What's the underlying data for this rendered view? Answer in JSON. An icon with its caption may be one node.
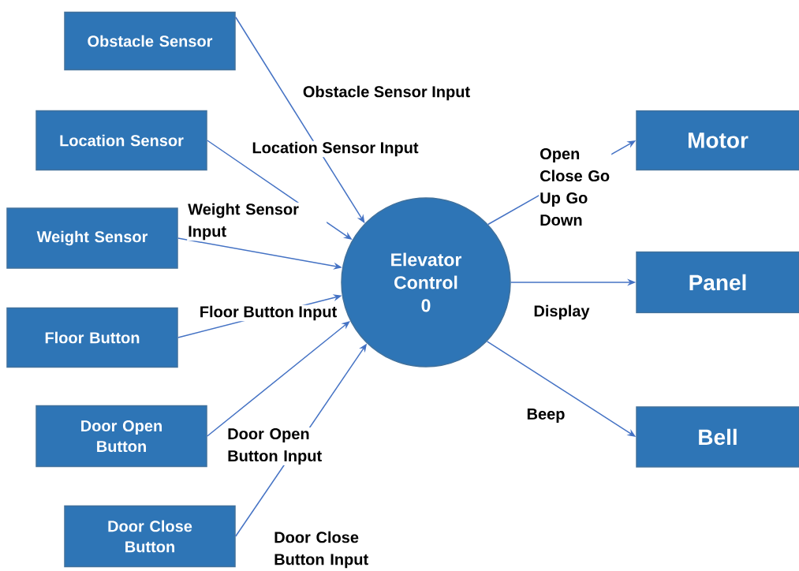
{
  "diagram": {
    "nodes": [
      {
        "text": [
          "Obstacle Sensor"
        ]
      },
      {
        "text": [
          "Location Sensor"
        ]
      },
      {
        "text": [
          "Weight Sensor"
        ]
      },
      {
        "text": [
          "Floor Button"
        ]
      },
      {
        "text": [
          "Door Open Button"
        ]
      },
      {
        "text": [
          "Door Close Button"
        ]
      },
      {
        "text": [
          "Elevator Control",
          "0"
        ]
      },
      {
        "text": [
          "Motor"
        ]
      },
      {
        "text": [
          "Panel"
        ]
      },
      {
        "text": [
          "Bell"
        ]
      }
    ],
    "edges": [
      {
        "from": 0,
        "to": 6,
        "arrow": "to",
        "label": "Obstacle Sensor Input"
      },
      {
        "from": 1,
        "to": 6,
        "arrow": "to",
        "label": "Location Sensor Input"
      },
      {
        "from": 2,
        "to": 6,
        "arrow": "to",
        "label": "Weight Sensor Input"
      },
      {
        "from": 3,
        "to": 6,
        "arrow": "to",
        "label": "Floor Button Input"
      },
      {
        "from": 4,
        "to": 6,
        "arrow": "to",
        "label": "Door Open Button Input"
      },
      {
        "from": 5,
        "to": 6,
        "arrow": "to",
        "label": "Door Close Button Input"
      },
      {
        "from": 6,
        "to": 7,
        "arrow": "to",
        "label": "Open Close Go Up Go Down"
      },
      {
        "from": 6,
        "to": 8,
        "arrow": "to",
        "label": "Display"
      },
      {
        "from": 6,
        "to": 9,
        "arrow": "to",
        "label": "Beep"
      }
    ]
  }
}
